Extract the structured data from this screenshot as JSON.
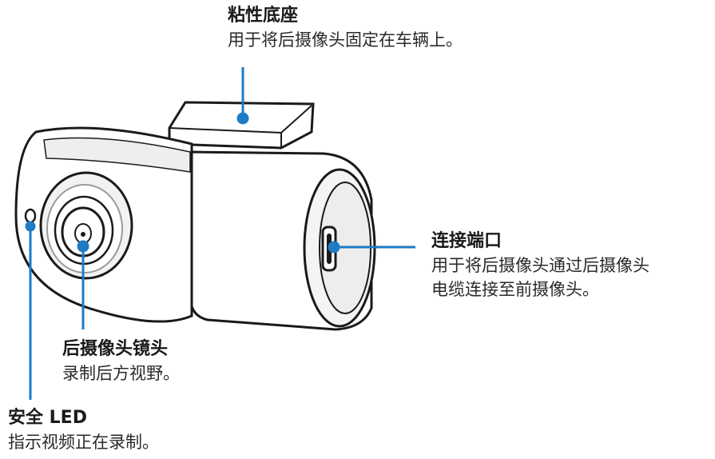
{
  "callouts": {
    "mount": {
      "title": "粘性底座",
      "desc": "用于将后摄像头固定在车辆上。"
    },
    "port": {
      "title": "连接端口",
      "desc_line1": "用于将后摄像头通过后摄像头",
      "desc_line2": "电缆连接至前摄像头。"
    },
    "lens": {
      "title": "后摄像头镜头",
      "desc": "录制后方视野。"
    },
    "led": {
      "title": "安全 LED",
      "desc": "指示视频正在录制。"
    }
  },
  "colors": {
    "leader_line": "#1e7bc4",
    "outline": "#1a1a1a",
    "body_fill": "#ffffff",
    "shade": "#e6e6e6",
    "lens_ring": "#9a9a9a"
  }
}
